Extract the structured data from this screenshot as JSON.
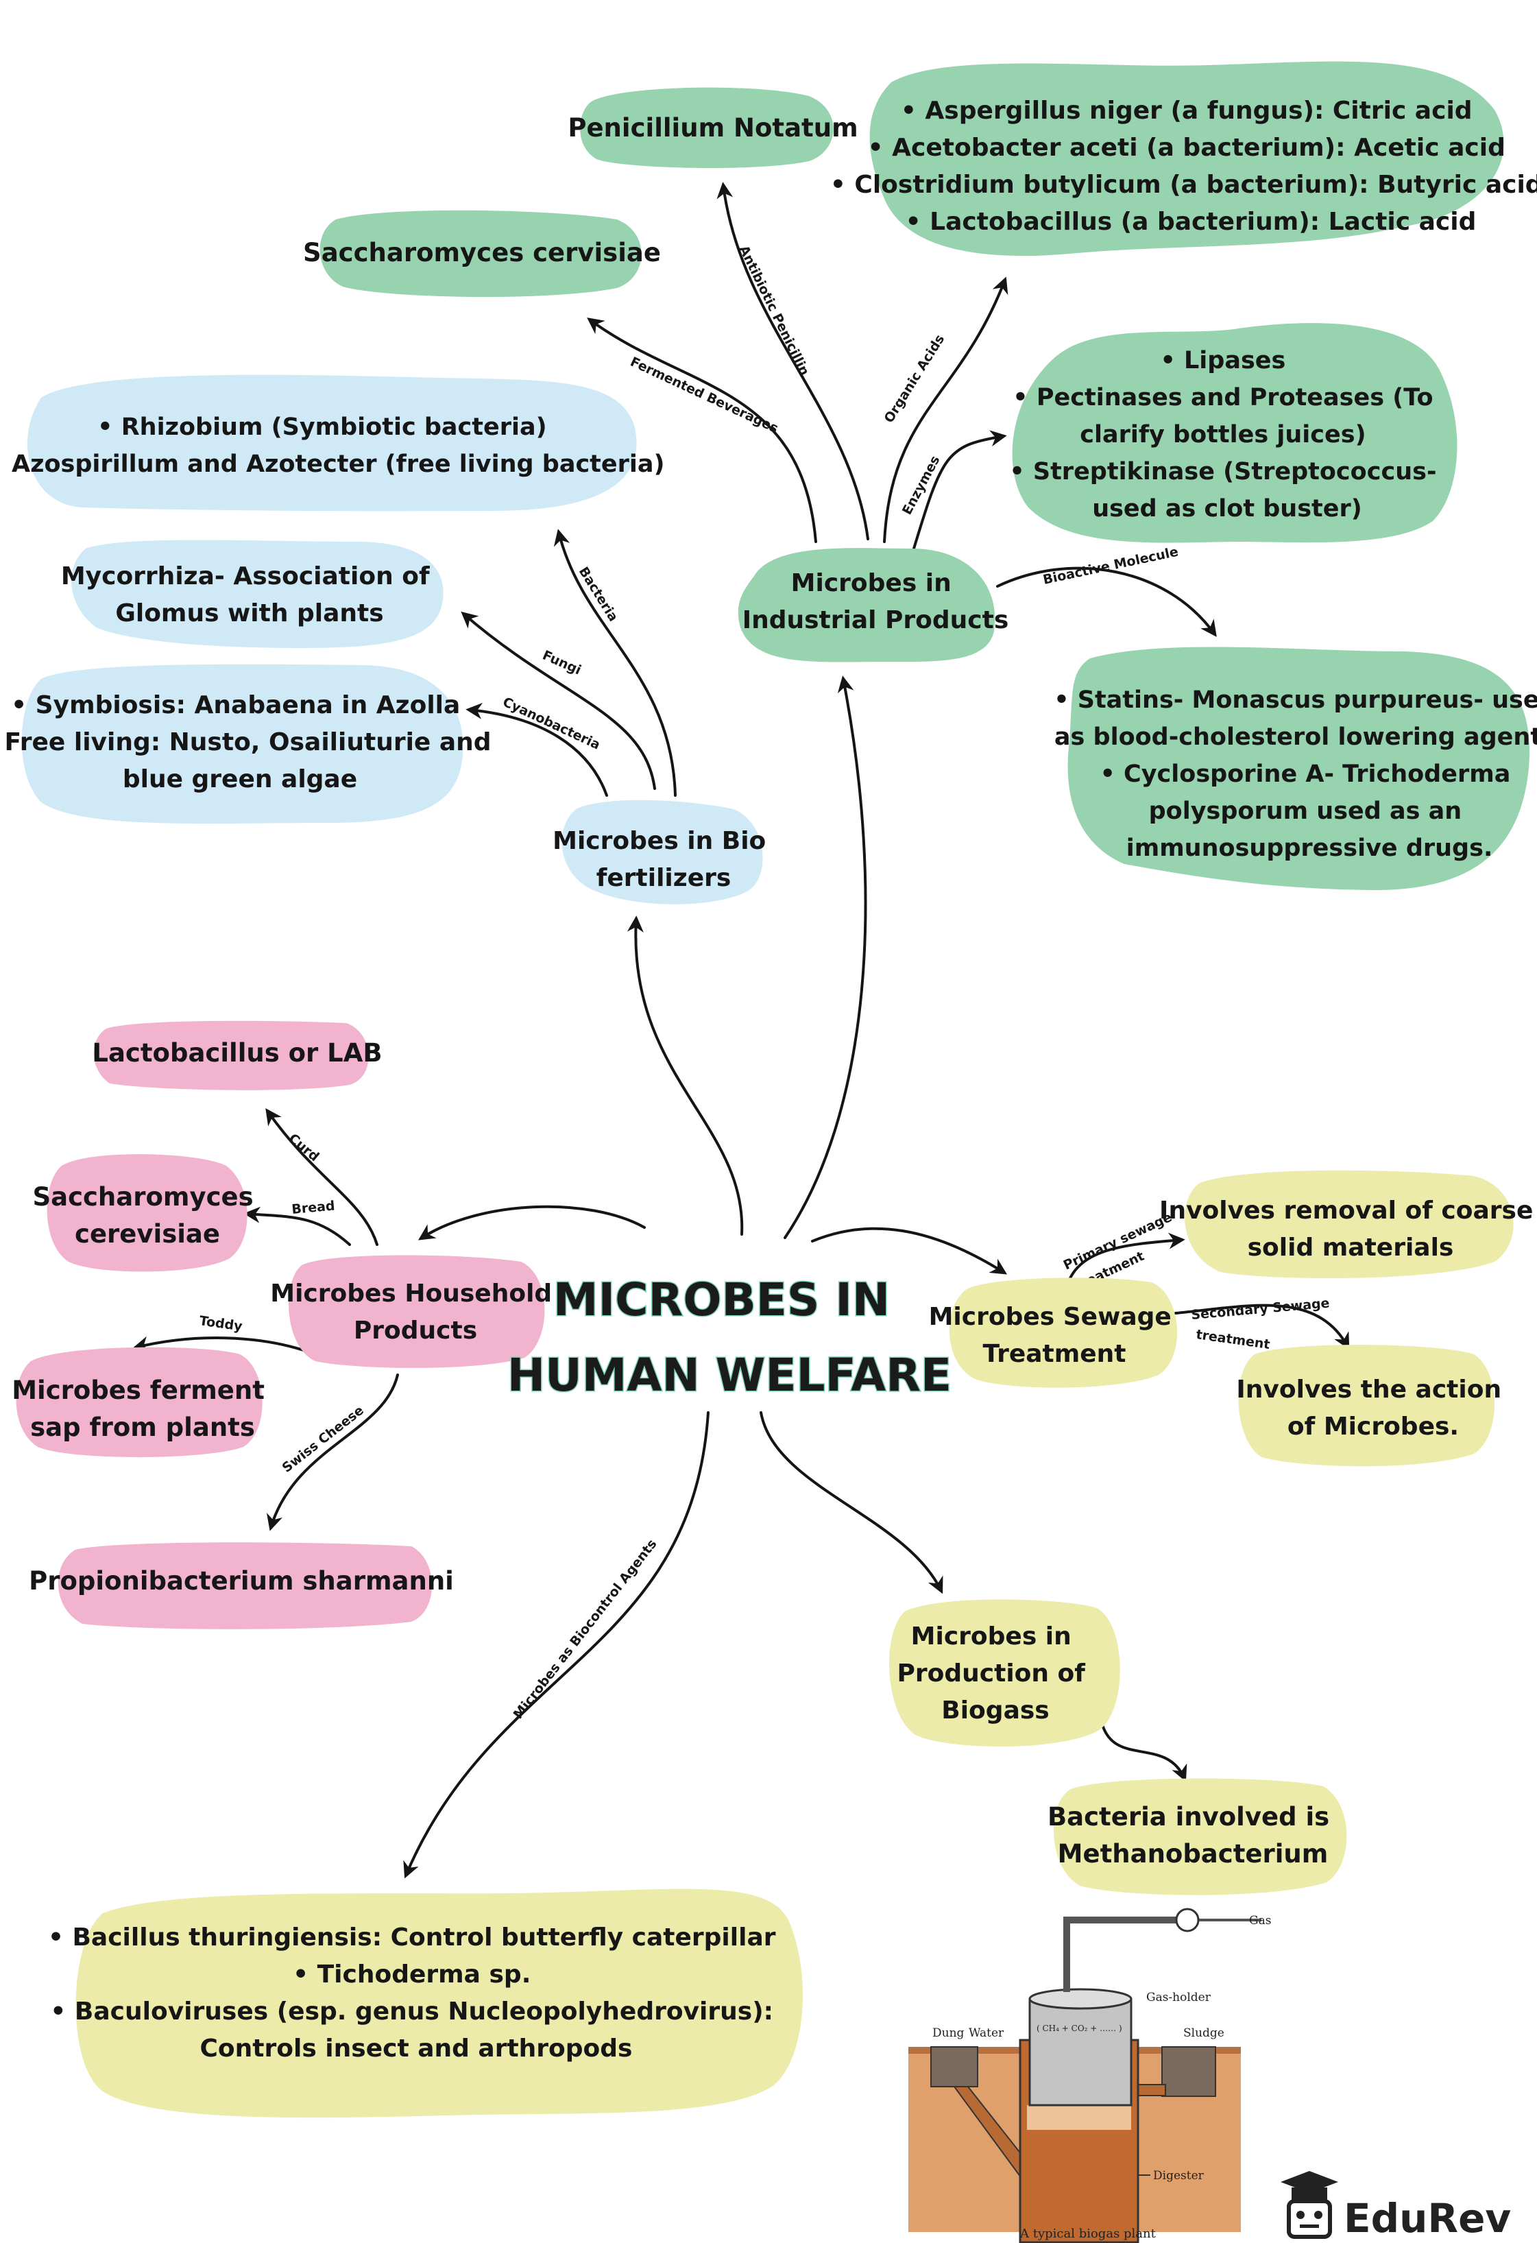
{
  "title": [
    "MICROBES IN",
    "HUMAN WELFARE"
  ],
  "nodes": {
    "penicillium": [
      "Penicillium Notatum"
    ],
    "organic_acids": [
      "• Aspergillus niger (a fungus): Citric acid",
      "• Acetobacter aceti (a bacterium): Acetic acid",
      "• Clostridium butylicum (a bacterium): Butyric acid",
      "• Lactobacillus (a bacterium): Lactic acid"
    ],
    "saccharomyces_top": [
      "Saccharomyces cervisiae"
    ],
    "enzymes": [
      "• Lipases",
      "• Pectinases and Proteases (To",
      "clarify bottles juices)",
      "• Streptikinase (Streptococcus-",
      "used as clot buster)"
    ],
    "rhizobium": [
      "• Rhizobium (Symbiotic bacteria)",
      "• Azospirillum and Azotecter (free living bacteria)"
    ],
    "industrial": [
      "Microbes in",
      "Industrial Products"
    ],
    "mycorrhiza": [
      "Mycorrhiza- Association of",
      "Glomus with plants"
    ],
    "bioactive": [
      "• Statins- Monascus purpureus- used",
      "as blood-cholesterol lowering agents",
      "• Cyclosporine A- Trichoderma",
      "polysporum used as an",
      "immunosuppressive drugs."
    ],
    "symbiosis": [
      "• Symbiosis: Anabaena in Azolla",
      "• Free living: Nusto, Osailiuturie and",
      "blue green algae"
    ],
    "biofertilizers": [
      "Microbes in Bio",
      "fertilizers"
    ],
    "lactobacillus": [
      "Lactobacillus or LAB"
    ],
    "saccharomyces_bread": [
      "Saccharomyces",
      "cerevisiae"
    ],
    "household": [
      "Microbes Household",
      "Products"
    ],
    "removal": [
      "Involves removal of coarse",
      "solid materials"
    ],
    "sewage": [
      "Microbes Sewage",
      "Treatment"
    ],
    "action": [
      "Involves the action",
      "of Microbes."
    ],
    "ferment": [
      "Microbes ferment",
      "sap from plants"
    ],
    "propionibacterium": [
      "Propionibacterium sharmanni"
    ],
    "biogas": [
      "Microbes in",
      "Production of",
      "Biogass"
    ],
    "methanobacterium": [
      "Bacteria involved is",
      "Methanobacterium"
    ],
    "biocontrol": [
      "• Bacillus thuringiensis: Control butterfly caterpillar",
      "• Tichoderma sp.",
      "• Baculoviruses (esp. genus Nucleopolyhedrovirus):",
      "Controls insect and arthropods"
    ]
  },
  "edge_labels": {
    "antibiotic": "Antibiotic Penicillin",
    "fermented": "Fermented Beverages",
    "organic": "Organic Acids",
    "enzymes": "Enzymes",
    "bioactive": "Bioactive Molecule",
    "bacteria": "Bacteria",
    "fungi": "Fungi",
    "cyanobacteria": "Cyanobacteria",
    "curd": "Curd",
    "bread": "Bread",
    "toddy": "Toddy",
    "swiss": "Swiss Cheese",
    "primary": [
      "Primary sewage",
      "treatment"
    ],
    "secondary": [
      "Secondary Sewage",
      "treatment"
    ],
    "biocontrol": "Microbes as Biocontrol Agents"
  },
  "biogas_plant": {
    "caption": "A typical biogas plant",
    "gas": "Gas",
    "gas_holder": "Gas-holder",
    "gas_mix": "( CH₄ + CO₂ + …… )",
    "dung": "Dung",
    "water": "Water",
    "sludge": "Sludge",
    "digester": "Digester"
  },
  "logo": {
    "name": "EduRev",
    "icon": "graduation-cap-icon"
  },
  "colors": {
    "industrial": "#98d3b0",
    "biofertilizer": "#cfe9f6",
    "household": "#f2b3cf",
    "sewage_biogas": "#ecebaa",
    "title_outline": "#7ed6b5"
  }
}
